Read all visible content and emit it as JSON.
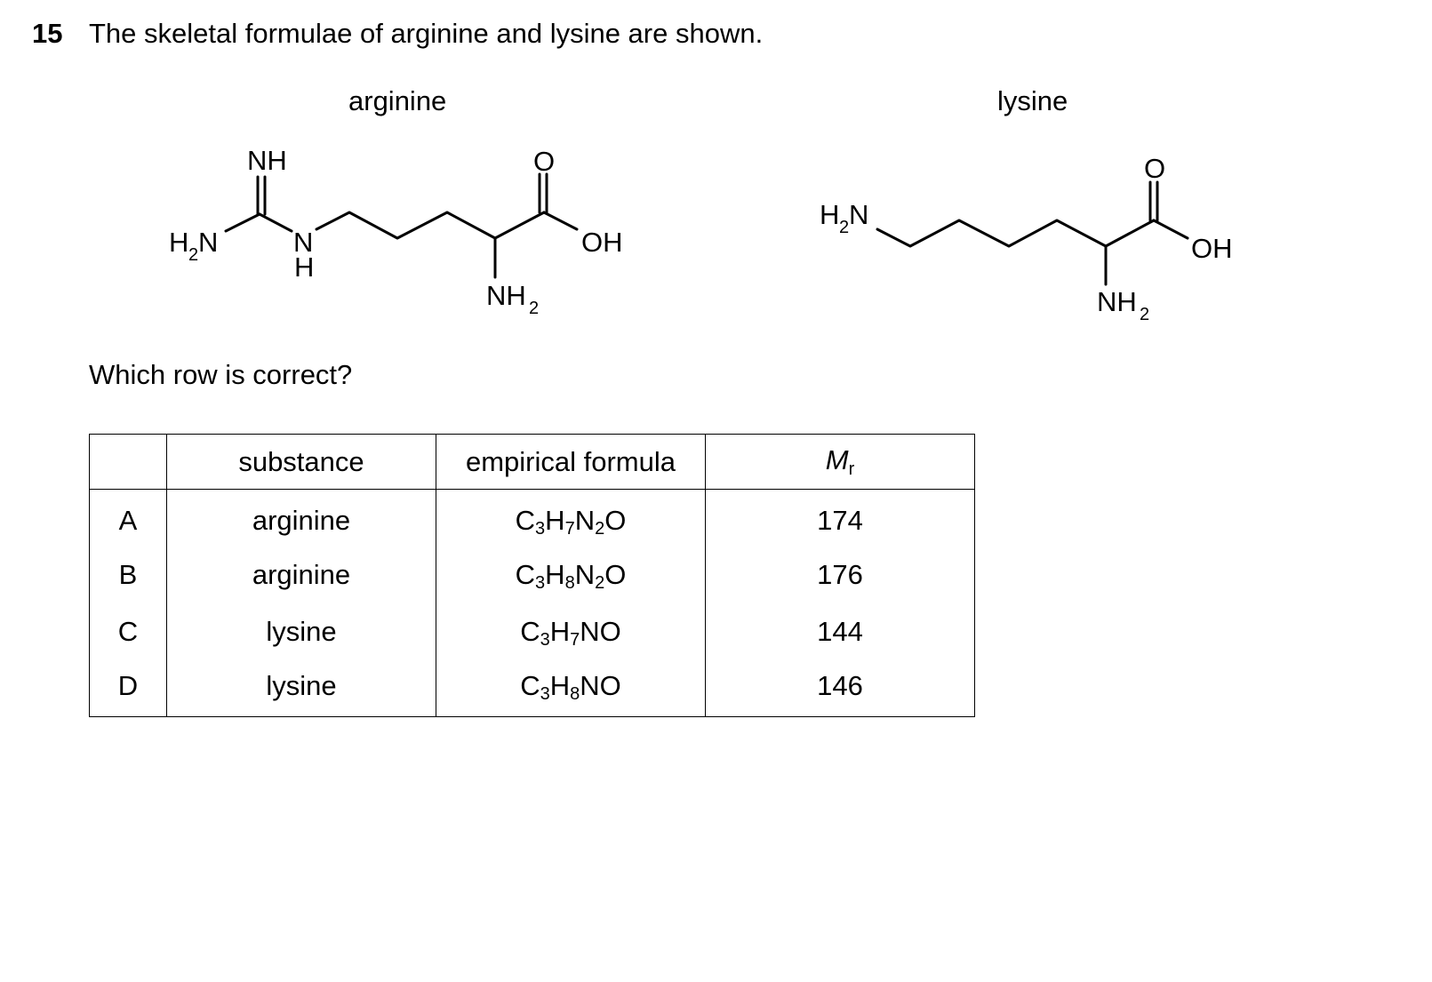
{
  "question": {
    "number": "15",
    "text": "The skeletal formulae of arginine and lysine are shown.",
    "prompt": "Which row is correct?"
  },
  "molecules": {
    "arginine": {
      "name": "arginine",
      "labels": {
        "imine": "NH",
        "amine_left": "H",
        "amine_left_sub": "2",
        "amine_left_n": "N",
        "nh_n": "N",
        "nh_h": "H",
        "carbonyl_o": "O",
        "hydroxyl": "OH",
        "alpha_amine": "NH",
        "alpha_amine_sub": "2"
      }
    },
    "lysine": {
      "name": "lysine",
      "labels": {
        "amine_h": "H",
        "amine_sub": "2",
        "amine_n": "N",
        "carbonyl_o": "O",
        "hydroxyl": "OH",
        "alpha_amine": "NH",
        "alpha_amine_sub": "2"
      }
    }
  },
  "table": {
    "headers": {
      "blank": "",
      "substance": "substance",
      "empirical_formula": "empirical formula",
      "mr_main": "M",
      "mr_sub": "r"
    },
    "rows": [
      {
        "letter": "A",
        "substance": "arginine",
        "formula": [
          [
            "C",
            "3"
          ],
          [
            "H",
            "7"
          ],
          [
            "N",
            "2"
          ],
          [
            "O",
            ""
          ]
        ],
        "mr": "174"
      },
      {
        "letter": "B",
        "substance": "arginine",
        "formula": [
          [
            "C",
            "3"
          ],
          [
            "H",
            "8"
          ],
          [
            "N",
            "2"
          ],
          [
            "O",
            ""
          ]
        ],
        "mr": "176"
      },
      {
        "letter": "C",
        "substance": "lysine",
        "formula": [
          [
            "C",
            "3"
          ],
          [
            "H",
            "7"
          ],
          [
            "N",
            ""
          ],
          [
            "O",
            ""
          ]
        ],
        "mr": "144"
      },
      {
        "letter": "D",
        "substance": "lysine",
        "formula": [
          [
            "C",
            "3"
          ],
          [
            "H",
            "8"
          ],
          [
            "N",
            ""
          ],
          [
            "O",
            ""
          ]
        ],
        "mr": "146"
      }
    ]
  }
}
